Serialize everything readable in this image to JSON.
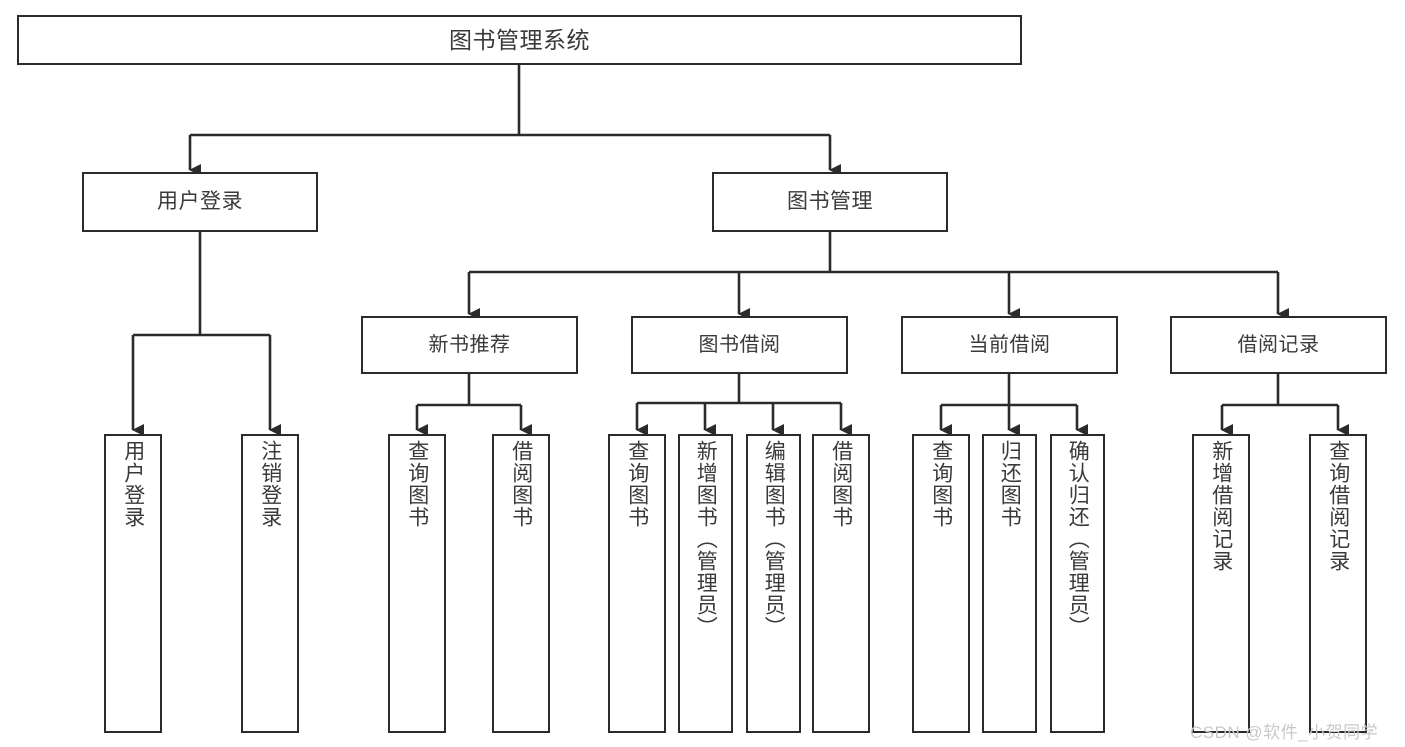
{
  "diagram": {
    "title": "图书管理系统",
    "type": "hierarchy-tree",
    "colors": {
      "box_border": "#2b2b2b",
      "box_fill": "#ffffff",
      "text": "#3a3a3a",
      "connector": "#2b2b2b",
      "watermark": "#c9c9c9",
      "background": "#ffffff"
    },
    "root": {
      "label": "图书管理系统"
    },
    "level1": [
      {
        "label": "用户登录"
      },
      {
        "label": "图书管理"
      }
    ],
    "level2": [
      {
        "label": "新书推荐"
      },
      {
        "label": "图书借阅"
      },
      {
        "label": "当前借阅"
      },
      {
        "label": "借阅记录"
      }
    ],
    "leaves": {
      "user_login": [
        {
          "label": "用户登录"
        },
        {
          "label": "注销登录"
        }
      ],
      "new_book_recommend": [
        {
          "label": "查询图书"
        },
        {
          "label": "借阅图书"
        }
      ],
      "book_borrow": [
        {
          "label": "查询图书"
        },
        {
          "label": "新增图书（管理员）"
        },
        {
          "label": "编辑图书（管理员）"
        },
        {
          "label": "借阅图书"
        }
      ],
      "current_borrow": [
        {
          "label": "查询图书"
        },
        {
          "label": "归还图书"
        },
        {
          "label": "确认归还（管理员）"
        }
      ],
      "borrow_record": [
        {
          "label": "新增借阅记录"
        },
        {
          "label": "查询借阅记录"
        }
      ]
    }
  },
  "watermark": {
    "text": "CSDN @软件_小贺同学"
  }
}
